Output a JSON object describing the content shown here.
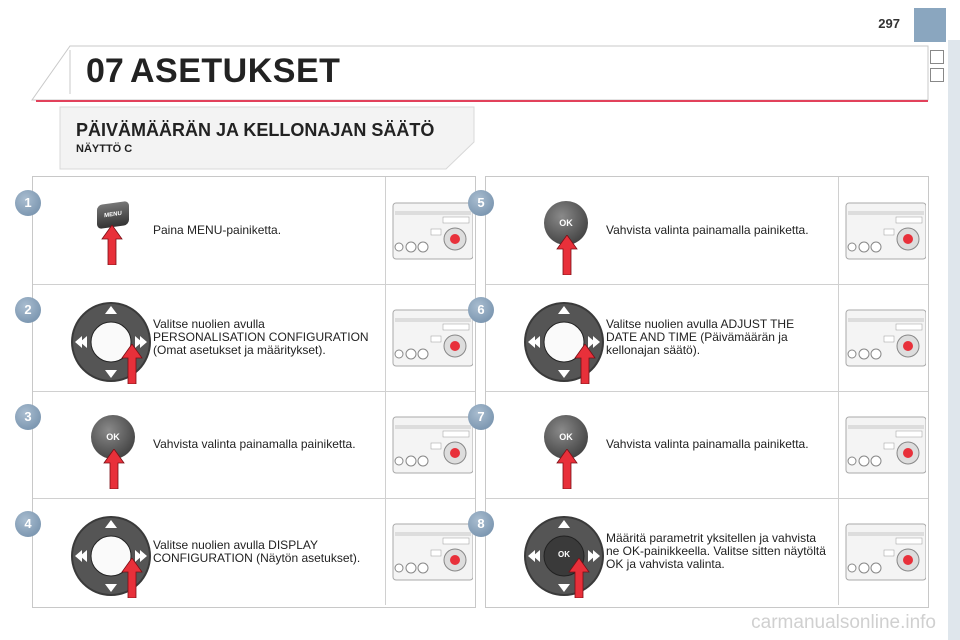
{
  "page_number": "297",
  "chapter": {
    "number": "07",
    "title": "ASETUKSET"
  },
  "section": {
    "title": "PÄIVÄMÄÄRÄN JA KELLONAJAN SÄÄTÖ",
    "subtitle": "NÄYTTÖ C"
  },
  "steps": [
    {
      "number": "1",
      "text": "Paina MENU-painiketta.",
      "control": "menu-button",
      "label": "MENU"
    },
    {
      "number": "2",
      "text": "Valitse nuolien avulla PERSONALISATION CONFIGURATION (Omat asetukset ja määritykset).",
      "control": "arrow-pad"
    },
    {
      "number": "3",
      "text": "Vahvista valinta painamalla painiketta.",
      "control": "ok-button",
      "label": "OK"
    },
    {
      "number": "4",
      "text": "Valitse nuolien avulla DISPLAY CONFIGURATION (Näytön asetukset).",
      "control": "arrow-pad"
    },
    {
      "number": "5",
      "text": "Vahvista valinta painamalla painiketta.",
      "control": "ok-button",
      "label": "OK"
    },
    {
      "number": "6",
      "text": "Valitse nuolien avulla ADJUST THE DATE AND TIME (Päivämäärän ja kellonajan säätö).",
      "control": "arrow-pad"
    },
    {
      "number": "7",
      "text": "Vahvista valinta painamalla painiketta.",
      "control": "ok-button",
      "label": "OK"
    },
    {
      "number": "8",
      "text": "Määritä parametrit yksitellen ja vahvista ne OK-painikkeella. Valitse sitten näytöltä OK ja vahvista valinta.",
      "control": "arrow-pad-ok",
      "label": "OK"
    }
  ],
  "footer": "carmanualsonline.info",
  "colors": {
    "accent": "#e8303a",
    "badge": "#7e98b2",
    "header_bg": "#e8e8e8"
  }
}
